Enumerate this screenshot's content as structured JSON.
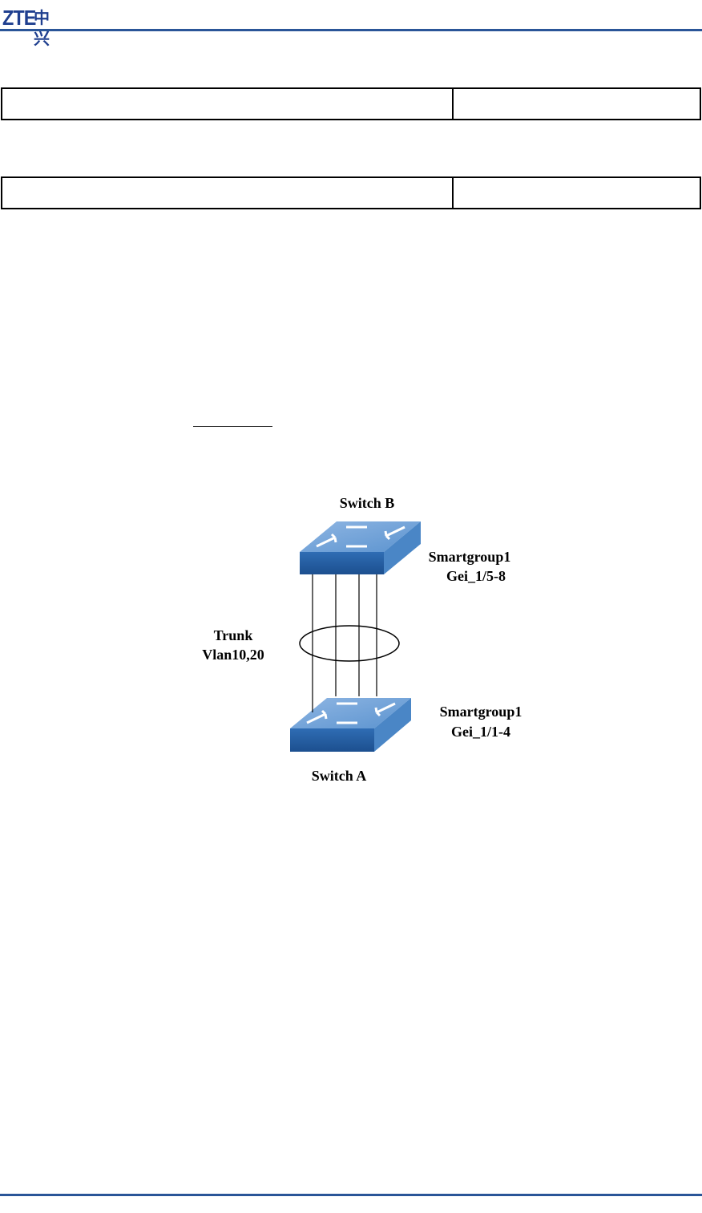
{
  "header": {
    "logo_latin": "ZTE",
    "logo_cn": "中兴",
    "brand_color": "#1f3f8f",
    "rule_color": "#2a5598"
  },
  "diagram": {
    "switch_b": {
      "name": "Switch B",
      "port_group": "Smartgroup1",
      "ports": "Gei_1/5-8"
    },
    "switch_a": {
      "name": "Switch A",
      "port_group": "Smartgroup1",
      "ports": "Gei_1/1-4"
    },
    "link": {
      "mode": "Trunk",
      "vlans": "Vlan10,20"
    },
    "switch_color": "#4a86c6"
  }
}
